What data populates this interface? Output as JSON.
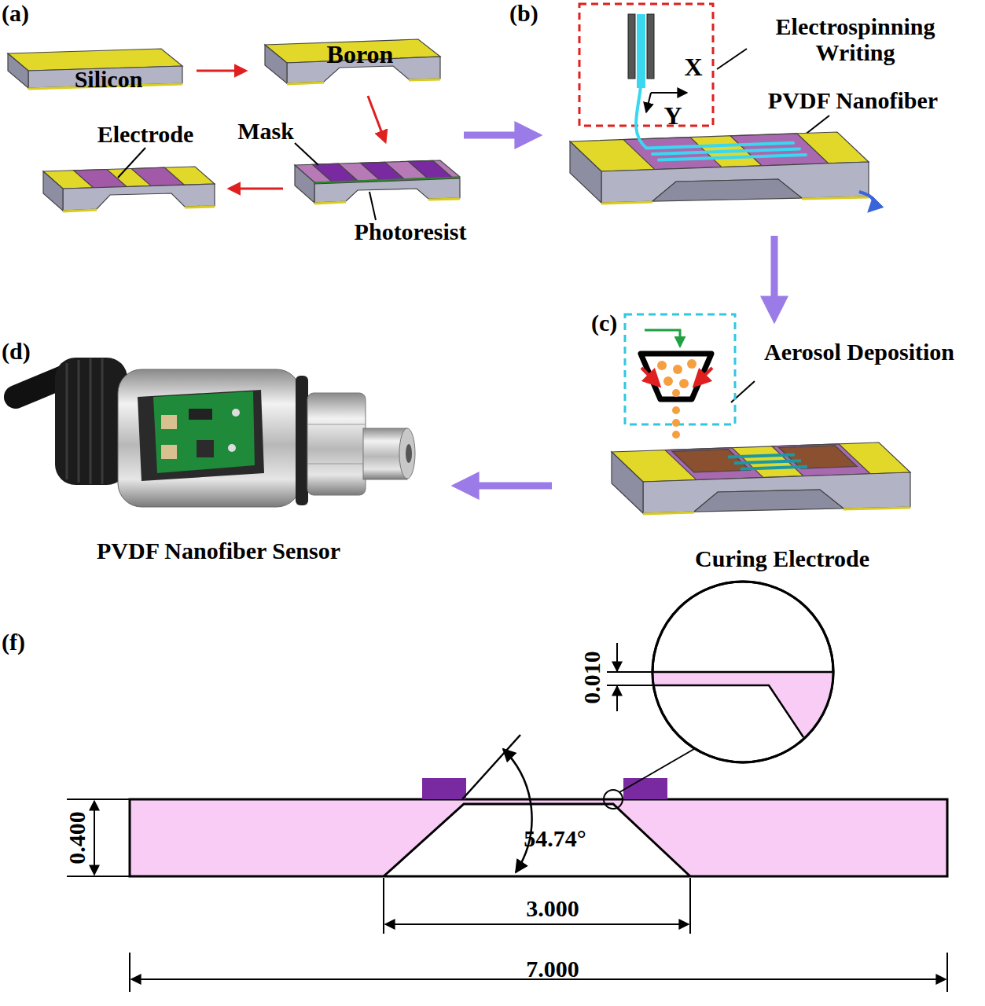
{
  "diagram": {
    "labels": [
      "(a)",
      "Silicon",
      "Boron",
      "Electrode",
      "Mask",
      "Photoresist",
      "(b)",
      "Electrospinning Writing",
      "X",
      "Y",
      "PVDF Nanofiber",
      "(c)",
      "Aerosol Deposition",
      "Curing Electrode",
      "(d)",
      "PVDF Nanofiber Sensor",
      "(f)",
      "0.010",
      "0.400",
      "54.74°",
      "3.000",
      "7.000"
    ]
  }
}
